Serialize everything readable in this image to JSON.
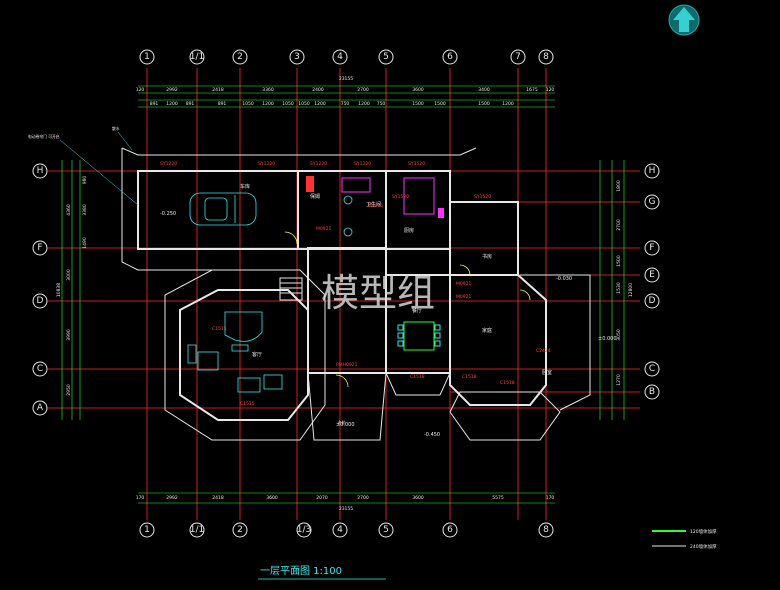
{
  "title": "一层平面图 1:100",
  "watermark": "模型组",
  "north_icon": "north-arrow-icon",
  "axes_top": [
    "1",
    "1/1",
    "2",
    "3",
    "4",
    "5",
    "6",
    "7",
    "8"
  ],
  "axes_bottom": [
    "1",
    "1/1",
    "2",
    "1/3",
    "4",
    "5",
    "6",
    "8"
  ],
  "axes_left": [
    "H",
    "F",
    "D",
    "C",
    "A"
  ],
  "axes_right": [
    "H",
    "G",
    "F",
    "E",
    "D",
    "C",
    "B"
  ],
  "overall_top": "23155",
  "overall_bottom": "23155",
  "top_dims_row1": [
    "120",
    "2992",
    "2418",
    "3360",
    "2400",
    "2700",
    "3600",
    "3400",
    "1675",
    "120"
  ],
  "top_dims_row2": [
    "891",
    "1200",
    "891",
    "891",
    "1050",
    "1200",
    "1050",
    "1050",
    "1200",
    "750",
    "1200",
    "750",
    "1500",
    "1500",
    "1500",
    "1200"
  ],
  "bottom_dims": [
    "170",
    "2992",
    "2418",
    "3600",
    "2070",
    "2700",
    "3600",
    "5575",
    "170"
  ],
  "left_dims_outer": [
    "10838"
  ],
  "left_dims_inner": [
    "4360",
    "3000",
    "3990",
    "2950"
  ],
  "left_dims_sub": [
    "980",
    "3380",
    "1490"
  ],
  "right_dims_outer": [
    "12800"
  ],
  "right_dims_inner": [
    "1800",
    "2700",
    "1500",
    "1530",
    "3050",
    "1270"
  ],
  "rooms": {
    "garage": "车库",
    "living": "客厅",
    "dining": "餐厅",
    "kitchen": "厨房",
    "study": "书房",
    "bedroom": "卧室",
    "nanny": "保姆",
    "family": "家庭",
    "toilet": "卫生间"
  },
  "elevations": [
    "-0.250",
    "±0.000",
    "-0.450",
    "-0.030",
    "±0.000"
  ],
  "window_tags": [
    "SY1220",
    "SY1220",
    "SY1220",
    "SY1220",
    "SY3520",
    "SY1520",
    "M0921",
    "M0921",
    "M0921",
    "M0921",
    "C1515",
    "C1518",
    "C1518",
    "C1518",
    "C1515",
    "C2424",
    "SY1520",
    "PMH0921"
  ],
  "notes": [
    "电动卷帘门 可开启",
    "散水",
    "台阶"
  ],
  "legend": [
    {
      "label": "120墙体加厚",
      "color": "#2bff2b"
    },
    {
      "label": "240墙体加厚",
      "color": "#e8e8e8"
    }
  ],
  "colors": {
    "background": "#000000",
    "wall": "#e8e8e8",
    "axis": "#ff2b2b",
    "dimension": "#2bff2b",
    "fixture": "#36e8e8",
    "door": "#ff33ff",
    "north_arrow": "#1fa8a8"
  }
}
